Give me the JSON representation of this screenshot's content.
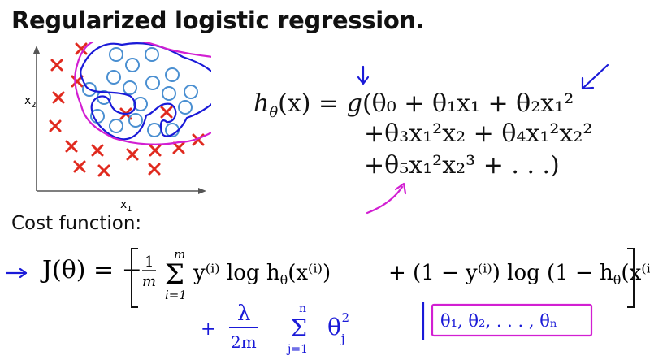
{
  "title": "Regularized logistic regression.",
  "plot": {
    "x_label": "x",
    "x_sub": "1",
    "y_label": "x",
    "y_sub": "2",
    "colors": {
      "cross": "#e02a1f",
      "circle": "#4a8fd1",
      "boundary_blue": "#1a1ad8",
      "boundary_magenta": "#d21fd2"
    },
    "crosses": [
      [
        70,
        80
      ],
      [
        100,
        60
      ],
      [
        72,
        120
      ],
      [
        68,
        155
      ],
      [
        95,
        100
      ],
      [
        88,
        180
      ],
      [
        120,
        185
      ],
      [
        98,
        205
      ],
      [
        128,
        210
      ],
      [
        163,
        190
      ],
      [
        191,
        185
      ],
      [
        220,
        182
      ],
      [
        244,
        172
      ],
      [
        190,
        208
      ],
      [
        155,
        140
      ],
      [
        205,
        138
      ]
    ],
    "circles": [
      [
        143,
        67
      ],
      [
        163,
        80
      ],
      [
        187,
        67
      ],
      [
        140,
        95
      ],
      [
        160,
        108
      ],
      [
        188,
        102
      ],
      [
        212,
        92
      ],
      [
        110,
        110
      ],
      [
        128,
        120
      ],
      [
        173,
        128
      ],
      [
        208,
        115
      ],
      [
        235,
        113
      ],
      [
        228,
        132
      ],
      [
        120,
        143
      ],
      [
        143,
        155
      ],
      [
        167,
        148
      ],
      [
        212,
        160
      ],
      [
        190,
        160
      ]
    ]
  },
  "hypothesis": {
    "line1": {
      "lhs": "h",
      "lhs_sub": "θ",
      "arg": "(x) = ",
      "g": "g",
      "body": "(θ₀ + θ₁x₁ + θ₂x₁²"
    },
    "line2": "+θ₃x₁²x₂ + θ₄x₁²x₂²",
    "line3": "+θ₅x₁²x₂³ + . . .)"
  },
  "cost": {
    "label": "Cost function:",
    "lhs": "J(θ) = −",
    "frac_num": "1",
    "frac_den": "m",
    "sum_top": "m",
    "sum_bottom": "i=1",
    "term1": "y⁽ⁱ⁾ log h",
    "term1_sub": "θ",
    "term1_arg": "(x⁽ⁱ⁾)",
    "term2": "+ (1 − y⁽ⁱ⁾) log (1 − h",
    "term2_sub": "θ",
    "term2_arg": "(x⁽ⁱ⁾))"
  },
  "handwriting": {
    "lambda": "λ",
    "two_m": "2m",
    "sum_top": "n",
    "sum_bottom": "j=1",
    "theta_j": "θ",
    "theta_sub": "j",
    "theta_sup": "2",
    "plus": "+",
    "boxed_params": "θ₁, θ₂, . . . , θₙ"
  }
}
